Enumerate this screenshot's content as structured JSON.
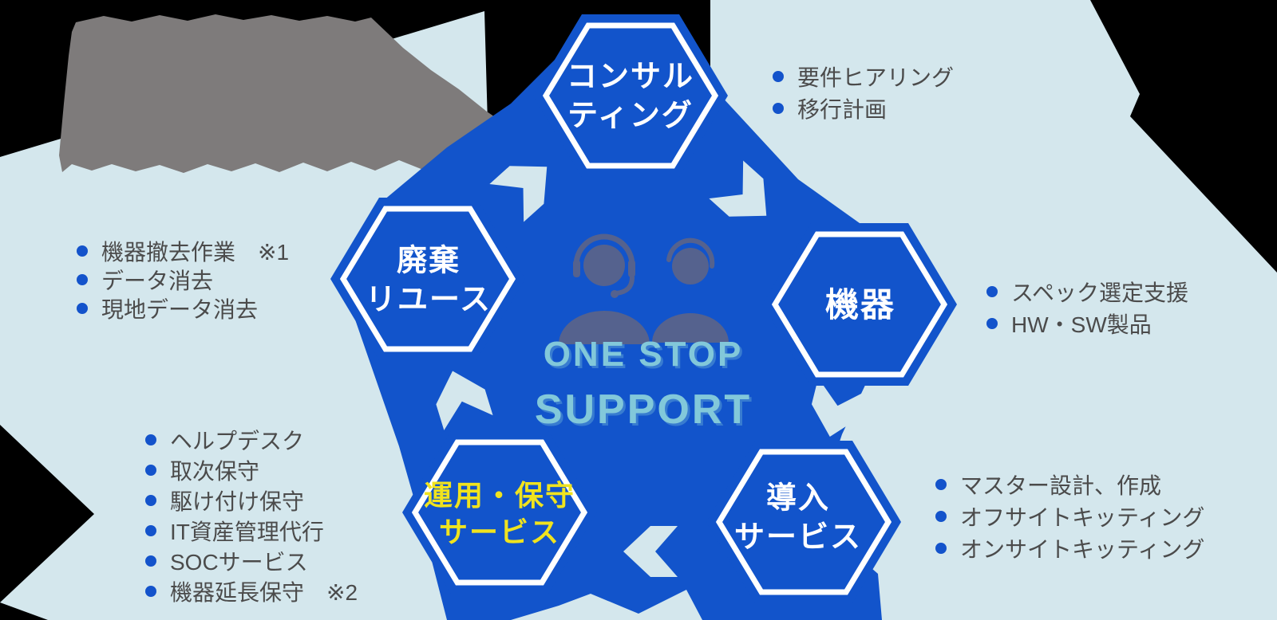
{
  "center": {
    "line1": "ONE STOP",
    "line2": "SUPPORT"
  },
  "hexagons": [
    {
      "name": "consulting",
      "lines": [
        "コンサル",
        "ティング"
      ]
    },
    {
      "name": "equipment",
      "lines": [
        "機器"
      ]
    },
    {
      "name": "install",
      "lines": [
        "導入",
        "サービス"
      ]
    },
    {
      "name": "operation",
      "lines": [
        "運用・保守",
        "サービス"
      ]
    },
    {
      "name": "disposal",
      "lines": [
        "廃棄",
        "リユース"
      ]
    }
  ],
  "bullet_lists": {
    "consulting": [
      "要件ヒアリング",
      "移行計画"
    ],
    "equipment": [
      "スペック選定支援",
      "HW・SW製品"
    ],
    "install": [
      "マスター設計、作成",
      "オフサイトキッティング",
      "オンサイトキッティング"
    ],
    "operation": [
      "ヘルプデスク",
      "取次保守",
      "駆け付け保守",
      "IT資産管理代行",
      "SOCサービス",
      "機器延長保守　※2"
    ],
    "disposal": [
      "機器撤去作業　※1",
      "データ消去",
      "現地データ消去"
    ]
  },
  "colors": {
    "primary_blue": "#1254cb",
    "light_blue": "#d4e7ed",
    "gray_blob": "#7e7b7b",
    "bullet_text": "#4b4b4b",
    "operation_label_yellow": "#f0e31e",
    "center_text": "#82c8da",
    "person_icon": "#55628e",
    "hex_border_white": "#ffffff"
  }
}
